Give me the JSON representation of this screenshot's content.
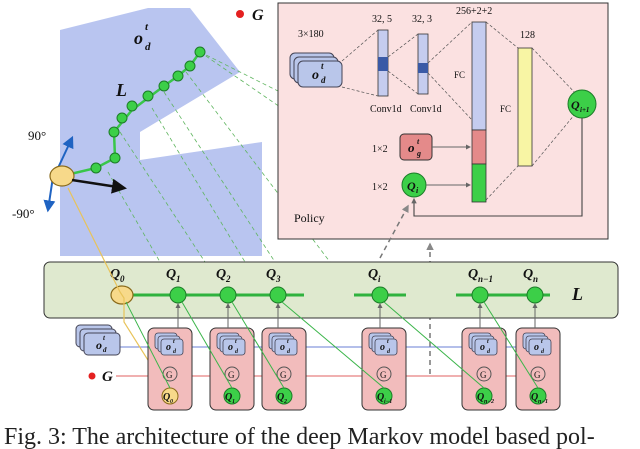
{
  "sensor": {
    "obs_label": "o",
    "obs_sup": "t",
    "obs_sub": "d",
    "arm_label": "L",
    "goal_label": "G",
    "angle_pos": "90°",
    "angle_neg": "-90°"
  },
  "policy": {
    "title": "Policy",
    "input_dim": "3×180",
    "conv1_dim": "32, 5",
    "conv2_dim": "32, 3",
    "conv1_label": "Conv1d",
    "conv2_label": "Conv1d",
    "fc_dim": "256+2+2",
    "fc1_label": "FC",
    "fc2_dim": "128",
    "fc2_label": "FC",
    "og_label": "o",
    "og_sup": "t",
    "og_sub": "g",
    "og_dim": "1×2",
    "qi_dim": "1×2",
    "qi_label": "Q",
    "qi_sub": "i",
    "qout_label": "Q",
    "qout_sub": "i+1"
  },
  "chain": {
    "label": "L",
    "nodes": [
      {
        "main": "Q",
        "sub": "0"
      },
      {
        "main": "Q",
        "sub": "1"
      },
      {
        "main": "Q",
        "sub": "2"
      },
      {
        "main": "Q",
        "sub": "3"
      },
      {
        "main": "Q",
        "sub": "i"
      },
      {
        "main": "Q",
        "sub": "n−1"
      },
      {
        "main": "Q",
        "sub": "n"
      }
    ]
  },
  "blocks": {
    "obs_main": "o",
    "obs_sup": "t",
    "obs_sub": "d",
    "goal_label": "G",
    "goal_node": "G",
    "inputs": [
      {
        "main": "Q",
        "sub": "0"
      },
      {
        "main": "Q",
        "sub": "1"
      },
      {
        "main": "Q",
        "sub": "2"
      },
      {
        "main": "Q",
        "sub": "i−1"
      },
      {
        "main": "Q",
        "sub": "n−2"
      },
      {
        "main": "Q",
        "sub": "n−1"
      }
    ]
  },
  "caption": "Fig. 3: The architecture of the deep Markov model based pol-",
  "colors": {
    "sensor_area": "#b9c5f0",
    "policy_bg": "#fbe1e1",
    "chain_bg": "#dfe9cf",
    "node_green": "#3ccf48",
    "block_bg": "#f2bcbc",
    "obs_blue": "#b9c6ea",
    "goal_red": "#e42020"
  }
}
